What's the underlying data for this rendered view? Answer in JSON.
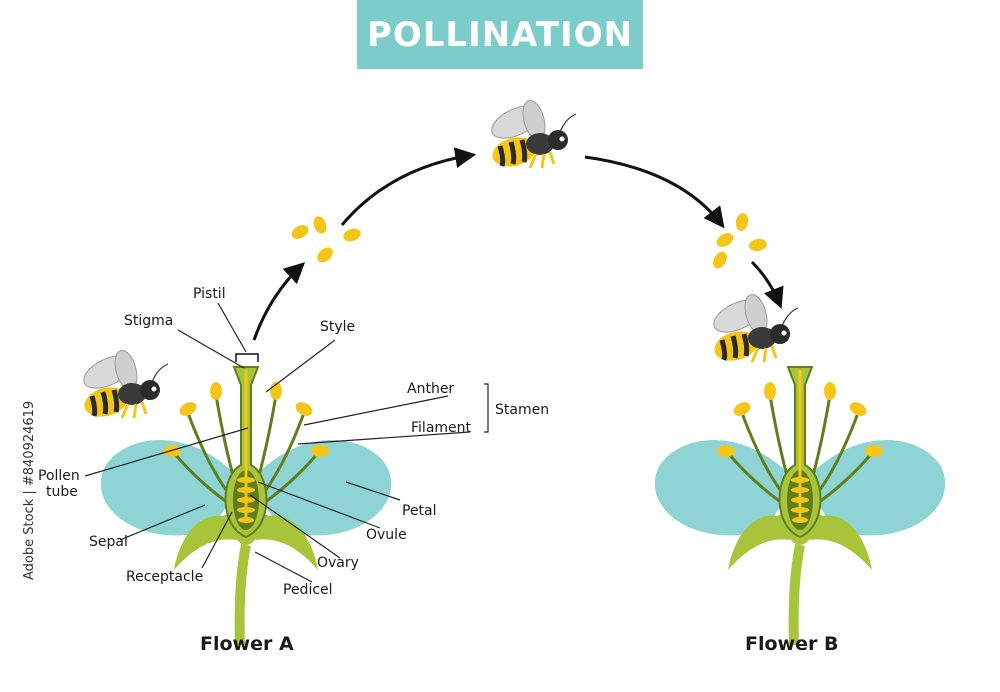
{
  "title": "POLLINATION",
  "labels": {
    "pistil": "Pistil",
    "stigma": "Stigma",
    "style": "Style",
    "anther": "Anther",
    "filament": "Filament",
    "stamen": "Stamen",
    "pollen_tube_1": "Pollen",
    "pollen_tube_2": "tube",
    "petal": "Petal",
    "sepal": "Sepal",
    "ovule": "Ovule",
    "ovary": "Ovary",
    "receptacle": "Receptacle",
    "pedicel": "Pedicel"
  },
  "captions": {
    "flower_a": "Flower A",
    "flower_b": "Flower B"
  },
  "watermark": "Adobe Stock | #840924619",
  "colors": {
    "title_bg": "#7ccccb",
    "petal": "#8fd4d4",
    "green": "#a8c43a",
    "dark_green": "#5f7f1d",
    "pollen": "#f5c518",
    "bee_body": "#2b2b2b",
    "wing": "#d6d6d6"
  },
  "icons": [
    "bee-icon",
    "pollen-grain-icon",
    "arrow-icon"
  ]
}
